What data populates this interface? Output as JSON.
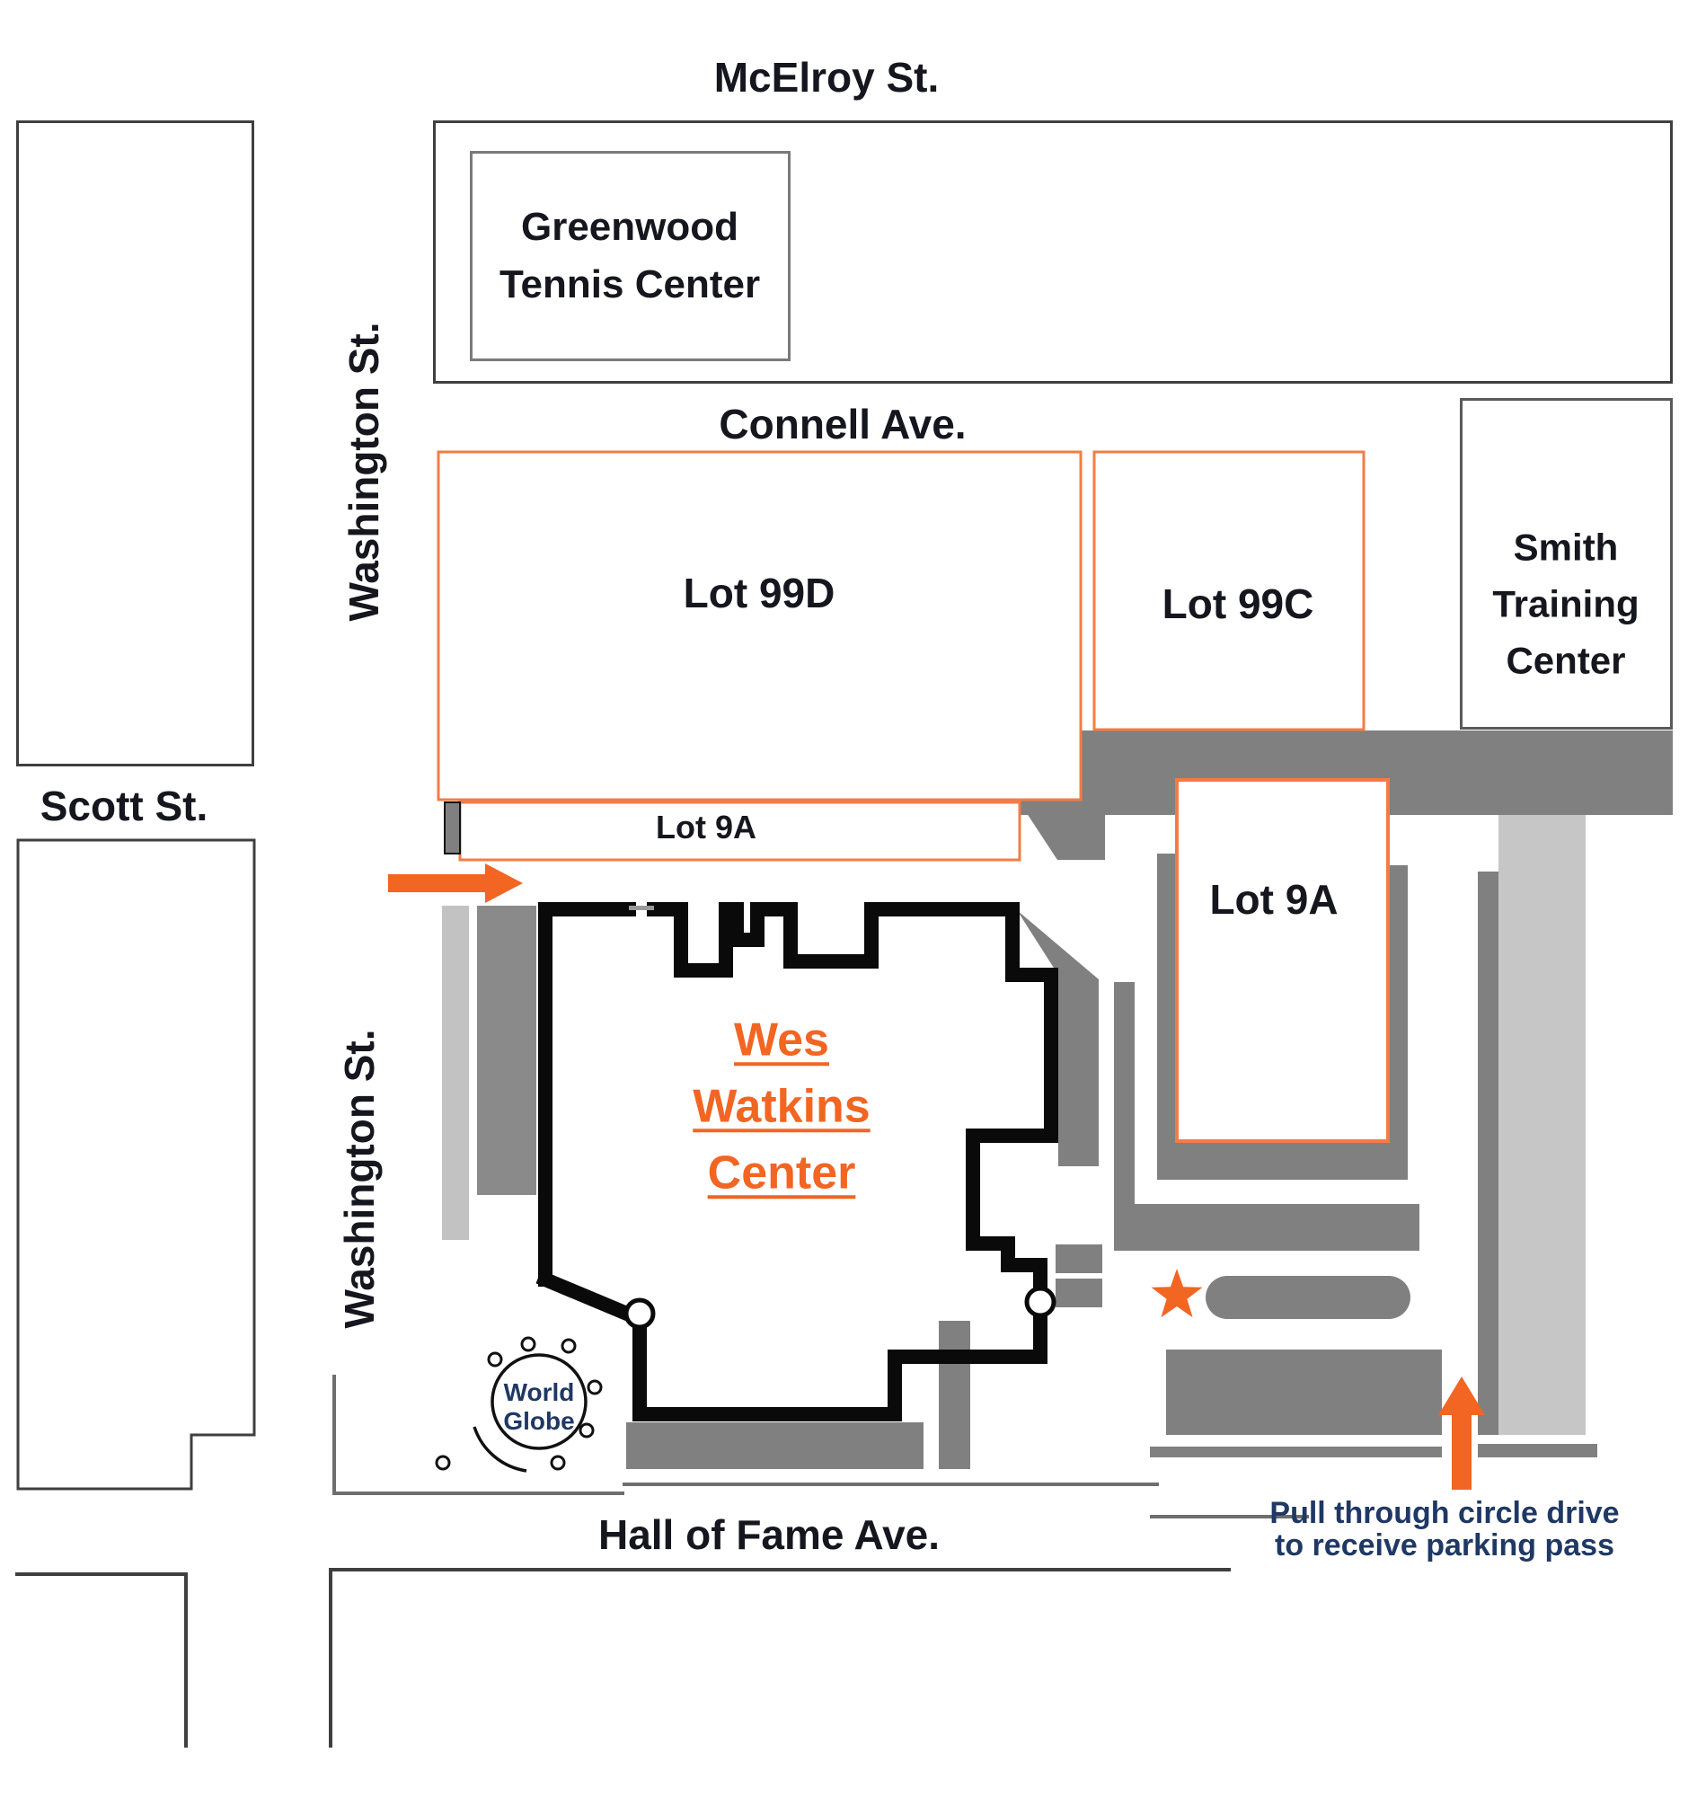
{
  "map": {
    "title": "Wes Watkins Center area parking map",
    "streets": {
      "mcelroy": "McElroy St.",
      "connell": "Connell Ave.",
      "scott": "Scott St.",
      "washington_upper": "Washington St.",
      "washington_lower": "Washington St.",
      "hall_of_fame": "Hall of Fame Ave."
    },
    "buildings": {
      "greenwood": {
        "line1": "Greenwood",
        "line2": "Tennis Center"
      },
      "smith": {
        "line1": "Smith",
        "line2": "Training",
        "line3": "Center"
      },
      "wes_watkins": {
        "line1": "Wes",
        "line2": "Watkins",
        "line3": "Center"
      },
      "world_globe": {
        "line1": "World",
        "line2": "Globe"
      }
    },
    "lots": {
      "lot_99d": "Lot 99D",
      "lot_99c": "Lot 99C",
      "lot_9a_strip": "Lot 9A",
      "lot_9a": "Lot 9A"
    },
    "annotations": {
      "note_line1": "Pull through circle drive",
      "note_line2": "to receive parking pass"
    },
    "icons": {
      "entry_arrow": "orange-right-arrow",
      "circle_drive_arrow": "orange-up-arrow",
      "star": "orange-star-marker",
      "doors": "door-circle-markers"
    },
    "colors": {
      "accent_orange": "#F26522",
      "lot_border_orange": "#F37C45",
      "dark_gray": "#808080",
      "light_gray": "#C6C6C6",
      "building_black": "#0A0A0A",
      "label_dark": "#16161F",
      "note_navy": "#1F3864",
      "street_line_gray": "#6E6E6E",
      "block_outline": "#3F3F3F"
    }
  }
}
